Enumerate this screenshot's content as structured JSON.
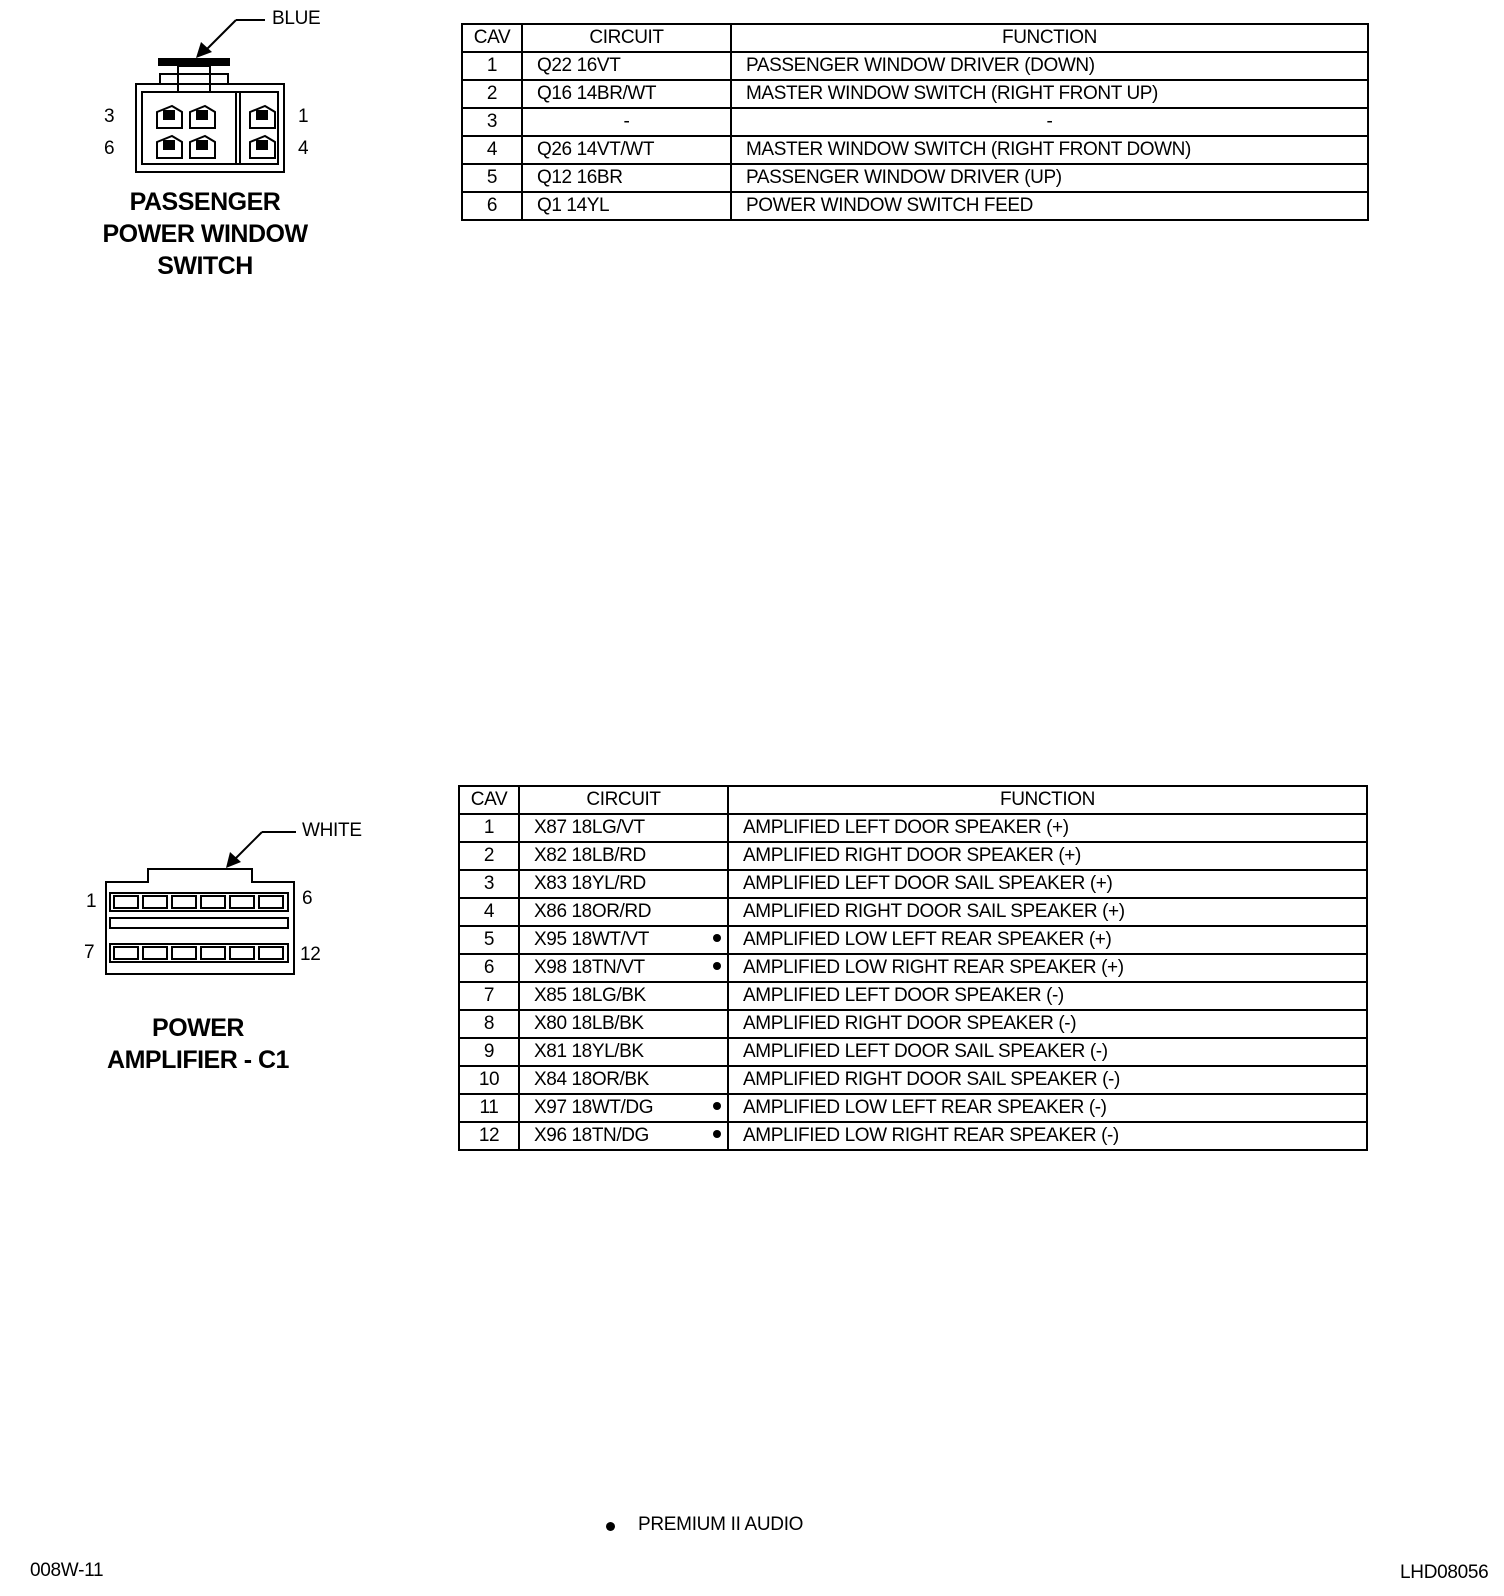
{
  "connector1": {
    "title_lines": [
      "PASSENGER",
      "POWER WINDOW",
      "SWITCH"
    ],
    "color_label": "BLUE",
    "pin_labels": {
      "top_left": "3",
      "bottom_left": "6",
      "top_right": "1",
      "bottom_right": "4"
    },
    "table": {
      "headers": {
        "cav": "CAV",
        "circuit": "CIRCUIT",
        "function": "FUNCTION"
      },
      "rows": [
        {
          "cav": "1",
          "circuit": "Q22 16VT",
          "function": "PASSENGER WINDOW DRIVER (DOWN)",
          "premium": false
        },
        {
          "cav": "2",
          "circuit": "Q16 14BR/WT",
          "function": "MASTER WINDOW SWITCH (RIGHT FRONT UP)",
          "premium": false
        },
        {
          "cav": "3",
          "circuit": "-",
          "function": "-",
          "premium": false
        },
        {
          "cav": "4",
          "circuit": "Q26 14VT/WT",
          "function": "MASTER WINDOW SWITCH (RIGHT FRONT DOWN)",
          "premium": false
        },
        {
          "cav": "5",
          "circuit": "Q12 16BR",
          "function": "PASSENGER WINDOW DRIVER (UP)",
          "premium": false
        },
        {
          "cav": "6",
          "circuit": "Q1 14YL",
          "function": "POWER WINDOW SWITCH FEED",
          "premium": false
        }
      ]
    }
  },
  "connector2": {
    "title_lines": [
      "POWER",
      "AMPLIFIER - C1"
    ],
    "color_label": "WHITE",
    "pin_labels": {
      "top_left": "1",
      "bottom_left": "7",
      "top_right": "6",
      "bottom_right": "12"
    },
    "table": {
      "headers": {
        "cav": "CAV",
        "circuit": "CIRCUIT",
        "function": "FUNCTION"
      },
      "rows": [
        {
          "cav": "1",
          "circuit": "X87 18LG/VT",
          "function": "AMPLIFIED LEFT DOOR SPEAKER (+)",
          "premium": false
        },
        {
          "cav": "2",
          "circuit": "X82 18LB/RD",
          "function": "AMPLIFIED RIGHT DOOR SPEAKER (+)",
          "premium": false
        },
        {
          "cav": "3",
          "circuit": "X83 18YL/RD",
          "function": "AMPLIFIED LEFT DOOR SAIL SPEAKER (+)",
          "premium": false
        },
        {
          "cav": "4",
          "circuit": "X86 18OR/RD",
          "function": "AMPLIFIED RIGHT DOOR SAIL SPEAKER (+)",
          "premium": false
        },
        {
          "cav": "5",
          "circuit": "X95 18WT/VT",
          "function": "AMPLIFIED LOW LEFT REAR SPEAKER (+)",
          "premium": true
        },
        {
          "cav": "6",
          "circuit": "X98 18TN/VT",
          "function": "AMPLIFIED LOW RIGHT REAR SPEAKER (+)",
          "premium": true
        },
        {
          "cav": "7",
          "circuit": "X85 18LG/BK",
          "function": "AMPLIFIED LEFT DOOR SPEAKER (-)",
          "premium": false
        },
        {
          "cav": "8",
          "circuit": "X80 18LB/BK",
          "function": "AMPLIFIED RIGHT DOOR SPEAKER (-)",
          "premium": false
        },
        {
          "cav": "9",
          "circuit": "X81 18YL/BK",
          "function": "AMPLIFIED LEFT DOOR SAIL SPEAKER (-)",
          "premium": false
        },
        {
          "cav": "10",
          "circuit": "X84 18OR/BK",
          "function": "AMPLIFIED RIGHT DOOR SAIL SPEAKER (-)",
          "premium": false
        },
        {
          "cav": "11",
          "circuit": "X97 18WT/DG",
          "function": "AMPLIFIED LOW LEFT REAR SPEAKER (-)",
          "premium": true
        },
        {
          "cav": "12",
          "circuit": "X96 18TN/DG",
          "function": "AMPLIFIED LOW RIGHT REAR SPEAKER (-)",
          "premium": true
        }
      ]
    }
  },
  "legend": {
    "label": "PREMIUM II AUDIO"
  },
  "footer": {
    "left_code": "008W-11",
    "right_code": "LHD08056"
  }
}
